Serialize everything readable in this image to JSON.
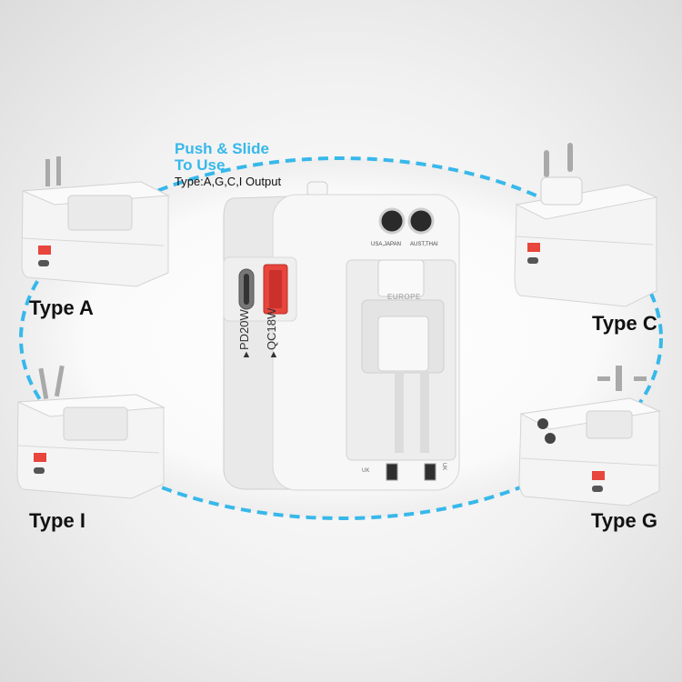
{
  "caption": {
    "line1": "Push & Slide",
    "line2": "To Use",
    "line3": "Type:A,G,C,I Output"
  },
  "types": {
    "a": "Type A",
    "c": "Type C",
    "i": "Type I",
    "g": "Type G"
  },
  "device": {
    "port_labels": {
      "pd": "PD20W",
      "qc": "QC18W"
    },
    "socket_labels": {
      "left": "USA,JAPAN",
      "right": "AUST,THAI"
    },
    "slider_label": "EUROPE",
    "bottom_labels": {
      "left": "UK",
      "right": "UK"
    }
  },
  "colors": {
    "accent": "#37b8ea",
    "usb_a": "#e8453c",
    "body": "#f2f2f2"
  }
}
